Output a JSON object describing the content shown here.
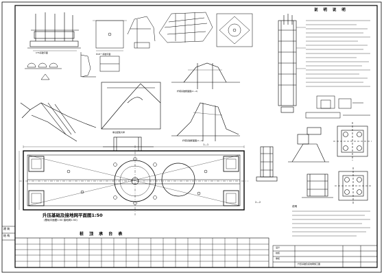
{
  "drawing": {
    "plan_title": "升压基础及接地网平面图1:50",
    "plan_subtitle": "(基础平面图1:50 接地网1:50)",
    "table_title": "桩 顶 承 台 表",
    "notes_title": "说 明 说 明",
    "side_labels": [
      "建 筑",
      "结 构"
    ],
    "section_labels": [
      "2—2",
      "1—1"
    ],
    "section_titles": [
      "CTS基础平面",
      "HCE一基础平面",
      "杆塔基础断面图(2—2)",
      "杆塔基础断面图(1—1)",
      "承台配筋大样"
    ],
    "notes_heading": "说明",
    "title_block": [
      "设计",
      "校核",
      "审核",
      "升压基础及接地网施工图"
    ],
    "colors": {
      "line": "#000000",
      "paper": "#ffffff"
    }
  }
}
